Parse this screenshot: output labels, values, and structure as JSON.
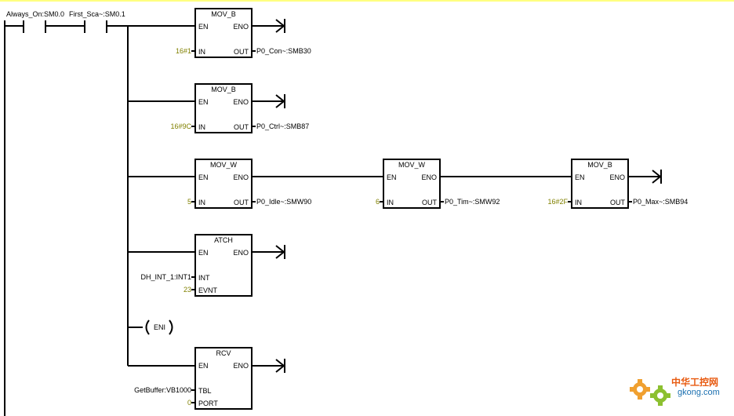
{
  "contacts": [
    {
      "label": "Always_On:SM0.0"
    },
    {
      "label": "First_Sca~:SM0.1"
    }
  ],
  "blocks": [
    {
      "title": "MOV_B",
      "en": "EN",
      "eno": "ENO",
      "in_pin": "IN",
      "out_pin": "OUT",
      "in_value": "16#1",
      "out_value": "P0_Con~:SMB30"
    },
    {
      "title": "MOV_B",
      "en": "EN",
      "eno": "ENO",
      "in_pin": "IN",
      "out_pin": "OUT",
      "in_value": "16#9C",
      "out_value": "P0_Ctrl~:SMB87"
    },
    {
      "title": "MOV_W",
      "en": "EN",
      "eno": "ENO",
      "in_pin": "IN",
      "out_pin": "OUT",
      "in_value": "5",
      "out_value": "P0_Idle~:SMW90"
    },
    {
      "title": "MOV_W",
      "en": "EN",
      "eno": "ENO",
      "in_pin": "IN",
      "out_pin": "OUT",
      "in_value": "6",
      "out_value": "P0_Tim~:SMW92"
    },
    {
      "title": "MOV_B",
      "en": "EN",
      "eno": "ENO",
      "in_pin": "IN",
      "out_pin": "OUT",
      "in_value": "16#2F",
      "out_value": "P0_Max~:SMB94"
    },
    {
      "title": "ATCH",
      "en": "EN",
      "eno": "ENO",
      "pin1": "INT",
      "pin2": "EVNT",
      "val1": "DH_INT_1:INT1",
      "val2": "23"
    },
    {
      "title": "RCV",
      "en": "EN",
      "eno": "ENO",
      "pin1": "TBL",
      "pin2": "PORT",
      "val1": "GetBuffer:VB1000",
      "val2": "0"
    }
  ],
  "coil": {
    "label": "ENI"
  },
  "watermark": {
    "cn": "中华工控网",
    "en": "gkong.com"
  }
}
